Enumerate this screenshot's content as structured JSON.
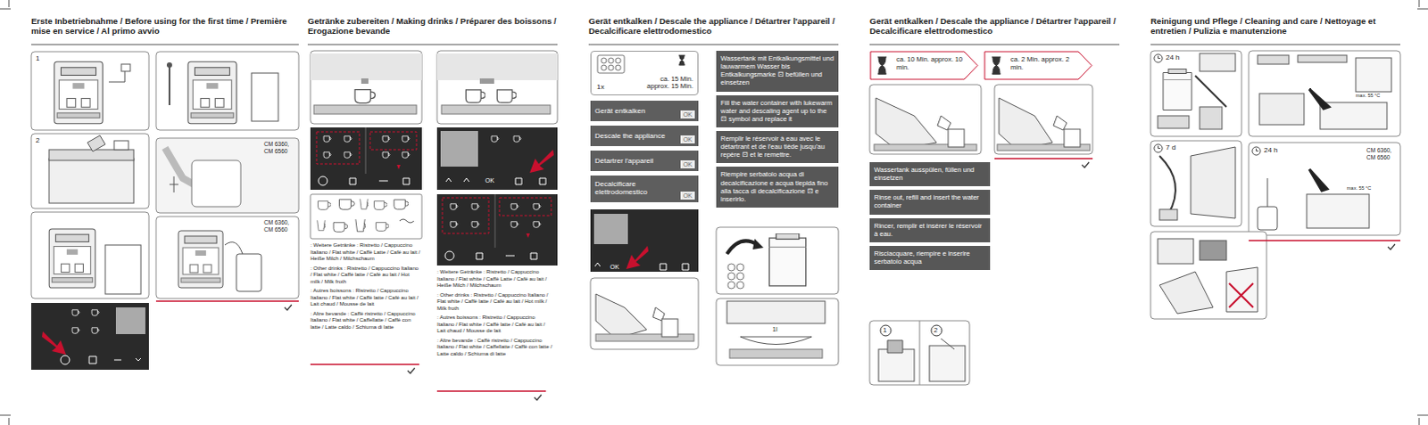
{
  "diagram": {
    "nodes": [
      {
        "text": [
          "1x",
          "ca. 15 Min. approx. 15 Min."
        ]
      },
      {
        "text": [
          "Gerät entkalken",
          "OK"
        ]
      },
      {
        "text": [
          "Descale the appliance",
          "OK"
        ]
      },
      {
        "text": [
          "Détartrer l'appareil",
          "OK"
        ]
      },
      {
        "text": [
          "Decalcificare elettrodomestico",
          "OK"
        ]
      },
      {
        "text": [
          "Wassertank mit Entkalkungsmittel und lauwarmem Wasser bis Entkalkungsmarke ⊡ befüllen und einsetzen"
        ]
      },
      {
        "text": [
          "Fill the water container with lukewarm water and descaling agent up to the ⊡ symbol and replace it"
        ]
      },
      {
        "text": [
          "Remplir le réservoir à eau avec le détartrant et de l'eau tiède jusqu'au repère ⊡ et le remettre."
        ]
      },
      {
        "text": [
          "Riempire serbatoio acqua di decalcificazione e acqua tiepida fino alla tacca di decalcificazione ⊡ e inserirlo."
        ]
      },
      {
        "text": [
          "ca. 10 Min. approx. 10 min."
        ]
      },
      {
        "text": [
          "ca. 2 Min. approx. 2 min."
        ]
      },
      {
        "text": [
          "Wassertank ausspülen, füllen und einsetzen"
        ]
      },
      {
        "text": [
          "Rinse out, refill and insert the water container"
        ]
      },
      {
        "text": [
          "Rincer, remplir et insérer le réservoir à eau."
        ]
      },
      {
        "text": [
          "Risciacquare, riempire e inserire serbatoio acqua"
        ]
      }
    ],
    "labels": [
      "Erste Inbetriebnahme / Before using for the first time / Première mise en service / Al primo avvio",
      "Getränke zubereiten / Making drinks / Préparer des boissons / Erogazione bevande",
      "Gerät entkalken / Descale the appliance / Détartrer l'appareil / Decalcificare elettrodomestico",
      "Gerät entkalken / Descale the appliance / Détartrer l'appareil / Decalcificare elettrodomestico",
      "Reinigung und Pflege / Cleaning and care / Nettoyage et entretien / Pulizia e manutenzione",
      "1",
      "2",
      "CM 6360, CM 6560",
      "CM 6360, CM 6560",
      ": Weitere Getränke : Ristretto / Cappuccino Italiano / Flat white / Caffè Latte / Café au lait / Heiße Milch / Milchschaum",
      ": Other drinks : Ristretto / Cappuccino Italiano / Flat white / Caffè latte / Café au lait / Hot milk / Milk froth",
      ": Autres boissons : Ristretto / Cappuccino Italiano / Flat white / Caffè latte / Café au lait / Lait chaud / Mousse de lait",
      ": Altre bevande : Caffè ristretto / Cappuccino Italiano / Flat white / Caffellatte / Caffè con latte / Latte caldo / Schiuma di latte",
      ": Weitere Getränke : Ristretto / Cappuccino Italiano / Flat white / Caffè Latte / Café au lait / Heiße Milch / Milchschaum",
      ": Other drinks : Ristretto / Cappuccino Italiano / Flat white / Caffè latte / Café au lait / Hot milk / Milk froth",
      ": Autres boissons : Ristretto / Cappuccino Italiano / Flat white / Caffè latte / Café au lait / Lait chaud / Mousse de lait",
      ": Altre bevande : Caffè ristretto / Cappuccino Italiano / Flat white / Caffellatte / Caffè con latte / Latte caldo / Schiuma di latte",
      "OK",
      "OK",
      "1l",
      "1",
      "2",
      "24 h",
      "7 d",
      "24 h",
      "CM 6360, CM 6560",
      "max. 55 °C",
      "max. 55 °C"
    ]
  }
}
